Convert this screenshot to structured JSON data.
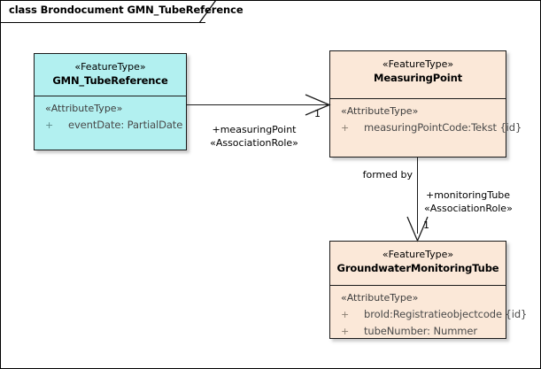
{
  "diagram": {
    "title": "class Brondocument GMN_TubeReference",
    "background_color": "#ffffff",
    "border_color": "#000000"
  },
  "classes": [
    {
      "id": "gmn-tube-reference",
      "stereotype": "«FeatureType»",
      "name": "GMN_TubeReference",
      "fill_color": "#b2f0f0",
      "attribute_section_label": "«AttributeType»",
      "attributes": [
        {
          "visibility": "+",
          "text": "eventDate: PartialDate"
        }
      ]
    },
    {
      "id": "measuring-point",
      "stereotype": "«FeatureType»",
      "name": "MeasuringPoint",
      "fill_color": "#fbe8d8",
      "attribute_section_label": "«AttributeType»",
      "attributes": [
        {
          "visibility": "+",
          "text": "measuringPointCode:Tekst {id}"
        }
      ]
    },
    {
      "id": "groundwater-monitoring-tube",
      "stereotype": "«FeatureType»",
      "name": "GroundwaterMonitoringTube",
      "fill_color": "#fbe8d8",
      "attribute_section_label": "«AttributeType»",
      "attributes": [
        {
          "visibility": "+",
          "text": "broId:Registratieobjectcode {id}"
        },
        {
          "visibility": "+",
          "text": "tubeNumber: Nummer"
        }
      ]
    }
  ],
  "associations": [
    {
      "id": "assoc-measuring-point",
      "source": "gmn-tube-reference",
      "target": "measuring-point",
      "multiplicity": "1",
      "role": "+measuringPoint",
      "role_stereotype": "«AssociationRole»"
    },
    {
      "id": "assoc-monitoring-tube",
      "source": "measuring-point",
      "target": "groundwater-monitoring-tube",
      "name": "formed by",
      "multiplicity": "1",
      "role": "+monitoringTube",
      "role_stereotype": "«AssociationRole»"
    }
  ]
}
